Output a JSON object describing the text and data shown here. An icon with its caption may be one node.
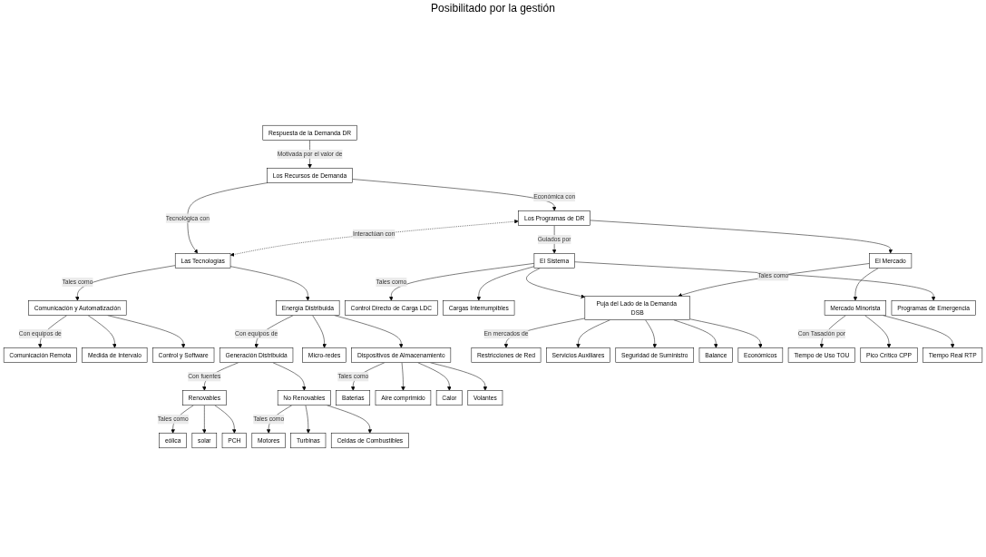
{
  "diagram": {
    "nodes": [
      {
        "text": [
          "Respuesta de la Demanda DR"
        ]
      },
      {
        "text": [
          "Los Recursos de Demanda"
        ]
      },
      {
        "text": [
          "Los Programas de DR"
        ]
      },
      {
        "text": [
          "Las Tecnologías"
        ]
      },
      {
        "text": [
          "El Sistema"
        ]
      },
      {
        "text": [
          "El Mercado"
        ]
      },
      {
        "text": [
          "Comunicación y Automatización"
        ]
      },
      {
        "text": [
          "Energía Distribuida"
        ]
      },
      {
        "text": [
          "Control Directo de Carga LDC"
        ]
      },
      {
        "text": [
          "Cargas Interrumpibles"
        ]
      },
      {
        "text": [
          "Puja del Lado de la Demanda DSB"
        ]
      },
      {
        "text": [
          "Mercado Minorista"
        ]
      },
      {
        "text": [
          "Programas de Emergencia"
        ]
      },
      {
        "text": [
          "Comunicación Remota"
        ]
      },
      {
        "text": [
          "Medida de Intervalo"
        ]
      },
      {
        "text": [
          "Control y Software"
        ]
      },
      {
        "text": [
          "Generación Distribuida"
        ]
      },
      {
        "text": [
          "Micro-redes"
        ]
      },
      {
        "text": [
          "Dispositivos de Almacenamiento"
        ]
      },
      {
        "text": [
          "Renovables"
        ]
      },
      {
        "text": [
          "No Renovables"
        ]
      },
      {
        "text": [
          "Restricciones de Red"
        ]
      },
      {
        "text": [
          "Servicios Auxiliares"
        ]
      },
      {
        "text": [
          "Seguridad de Suministro"
        ]
      },
      {
        "text": [
          "Balance"
        ]
      },
      {
        "text": [
          "Económicos"
        ]
      },
      {
        "text": [
          "Tiempo de Uso TOU"
        ]
      },
      {
        "text": [
          "Pico Crítico CPP"
        ]
      },
      {
        "text": [
          "Tiempo Real RTP"
        ]
      },
      {
        "text": [
          "eólica"
        ]
      },
      {
        "text": [
          "solar"
        ]
      },
      {
        "text": [
          "PCH"
        ]
      },
      {
        "text": [
          "Motores"
        ]
      },
      {
        "text": [
          "Turbinas"
        ]
      },
      {
        "text": [
          "Celdas de Combustibles"
        ]
      },
      {
        "text": [
          "Baterias"
        ]
      },
      {
        "text": [
          "Aire comprimido"
        ]
      },
      {
        "text": [
          "Calor"
        ]
      },
      {
        "text": [
          "Volantes"
        ]
      }
    ],
    "edges": [
      {
        "from": 0,
        "to": 1,
        "arrow": "to",
        "label": "Motivada por el valor de"
      },
      {
        "from": 1,
        "to": 2,
        "arrow": "to",
        "label": "Económica con"
      },
      {
        "from": 1,
        "to": 3,
        "arrow": "to",
        "label": "Tecnológica con"
      },
      {
        "from": 2,
        "to": 3,
        "arrow": "both",
        "style": "dashed",
        "label": "Interactúan con"
      },
      {
        "from": 2,
        "to": 4,
        "arrow": "to",
        "label": "Guiados por"
      },
      {
        "from": 2,
        "to": 5,
        "arrow": "to"
      },
      {
        "from": 3,
        "to": 6,
        "arrow": "to",
        "label": "Tales como"
      },
      {
        "from": 3,
        "to": 7,
        "arrow": "to"
      },
      {
        "from": 4,
        "to": 8,
        "arrow": "to",
        "label": "Tales como"
      },
      {
        "from": 4,
        "to": 9,
        "arrow": "to"
      },
      {
        "from": 4,
        "to": 10,
        "arrow": "to"
      },
      {
        "from": 4,
        "to": 12,
        "arrow": "to"
      },
      {
        "from": 5,
        "to": 10,
        "arrow": "to",
        "label": "Tales como"
      },
      {
        "from": 5,
        "to": 11,
        "arrow": "to"
      },
      {
        "from": 6,
        "to": 13,
        "arrow": "to",
        "label": "Con equipos de"
      },
      {
        "from": 6,
        "to": 14,
        "arrow": "to"
      },
      {
        "from": 6,
        "to": 15,
        "arrow": "to"
      },
      {
        "from": 7,
        "to": 16,
        "arrow": "to",
        "label": "Con equipos de"
      },
      {
        "from": 7,
        "to": 17,
        "arrow": "to"
      },
      {
        "from": 7,
        "to": 18,
        "arrow": "to"
      },
      {
        "from": 16,
        "to": 19,
        "arrow": "to",
        "label": "Con fuentes"
      },
      {
        "from": 16,
        "to": 20,
        "arrow": "to"
      },
      {
        "from": 10,
        "to": 21,
        "arrow": "to",
        "label": "En mercados de"
      },
      {
        "from": 10,
        "to": 22,
        "arrow": "to"
      },
      {
        "from": 10,
        "to": 23,
        "arrow": "to"
      },
      {
        "from": 10,
        "to": 24,
        "arrow": "to"
      },
      {
        "from": 10,
        "to": 25,
        "arrow": "to"
      },
      {
        "from": 11,
        "to": 26,
        "arrow": "to",
        "label": "Con Tasación por"
      },
      {
        "from": 11,
        "to": 27,
        "arrow": "to"
      },
      {
        "from": 11,
        "to": 28,
        "arrow": "to"
      },
      {
        "from": 19,
        "to": 29,
        "arrow": "to",
        "label": "Tales como"
      },
      {
        "from": 19,
        "to": 30,
        "arrow": "to"
      },
      {
        "from": 19,
        "to": 31,
        "arrow": "to"
      },
      {
        "from": 20,
        "to": 32,
        "arrow": "to",
        "label": "Tales como"
      },
      {
        "from": 20,
        "to": 33,
        "arrow": "to"
      },
      {
        "from": 20,
        "to": 34,
        "arrow": "to"
      },
      {
        "from": 18,
        "to": 35,
        "arrow": "to",
        "label": "Tales como"
      },
      {
        "from": 18,
        "to": 36,
        "arrow": "to"
      },
      {
        "from": 18,
        "to": 37,
        "arrow": "to"
      },
      {
        "from": 18,
        "to": 38,
        "arrow": "to"
      }
    ],
    "labels": [
      "Posibilitado por la gestión"
    ]
  }
}
